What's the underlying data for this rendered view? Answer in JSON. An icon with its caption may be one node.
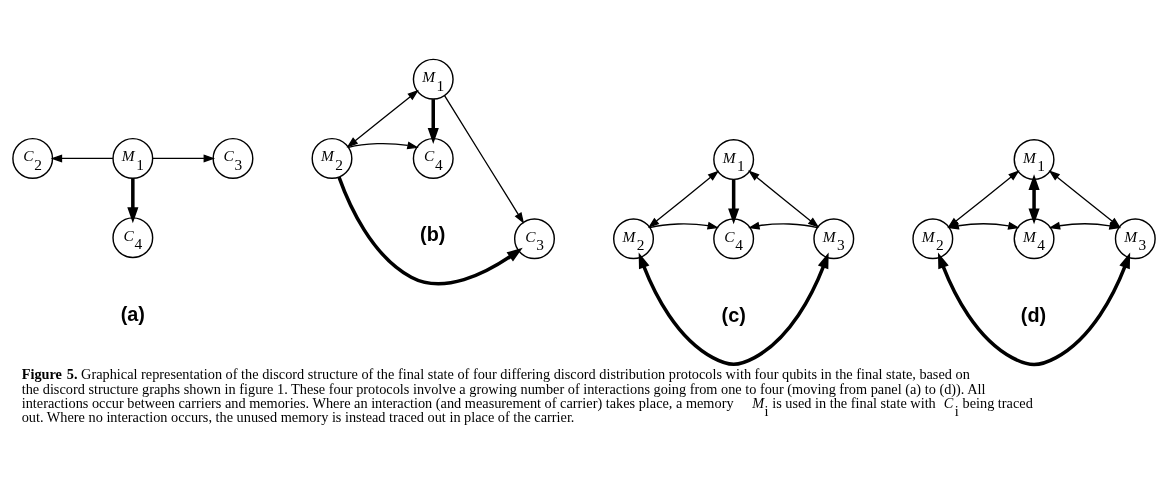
{
  "diagram": {
    "caption": "**Figure 5.** Graphical representation of the discord structure of the final state of four differing discord distribution protocols with four qubits in the final state, based on the discord structure graphs shown in figure 1. These four protocols involve a growing number of interactions going from one to four (moving from panel (a) to (d)). All interactions occur between carriers and memories. Where an interaction (and measurement of carrier) takes place, a memory *M*$_{i}$ is used in the final state with *C*$_{i}$ being traced out. Where no interaction occurs, the unused memory is instead traced out in place of the carrier.",
    "nodes": [
      {
        "text": [
          "*M*$_{1}$"
        ]
      },
      {
        "text": [
          "*C*$_{2}$"
        ]
      },
      {
        "text": [
          "*C*$_{3}$"
        ]
      },
      {
        "text": [
          "*C*$_{4}$"
        ]
      },
      {
        "text": [
          "*M*$_{1}$"
        ]
      },
      {
        "text": [
          "*M*$_{2}$"
        ]
      },
      {
        "text": [
          "*C*$_{3}$"
        ]
      },
      {
        "text": [
          "*C*$_{4}$"
        ]
      },
      {
        "text": [
          "*M*$_{1}$"
        ]
      },
      {
        "text": [
          "*M*$_{2}$"
        ]
      },
      {
        "text": [
          "*M*$_{3}$"
        ]
      },
      {
        "text": [
          "*C*$_{4}$"
        ]
      },
      {
        "text": [
          "*M*$_{1}$"
        ]
      },
      {
        "text": [
          "*M*$_{2}$"
        ]
      },
      {
        "text": [
          "*M*$_{3}$"
        ]
      },
      {
        "text": [
          "*M*$_{4}$"
        ]
      }
    ],
    "edges": [
      {
        "from": 0,
        "to": 1,
        "arrow": "to"
      },
      {
        "from": 0,
        "to": 3,
        "arrow": "to",
        "style": "thick"
      },
      {
        "from": 0,
        "to": 2,
        "arrow": "to"
      },
      {
        "from": 4,
        "to": 5,
        "arrow": "both"
      },
      {
        "from": 4,
        "to": 6,
        "arrow": "to"
      },
      {
        "from": 4,
        "to": 7,
        "arrow": "to",
        "style": "thick"
      },
      {
        "from": 5,
        "to": 6,
        "arrow": "to",
        "style": "thick"
      },
      {
        "from": 5,
        "to": 7,
        "arrow": "to"
      },
      {
        "from": 8,
        "to": 9,
        "arrow": "both"
      },
      {
        "from": 8,
        "to": 10,
        "arrow": "both"
      },
      {
        "from": 8,
        "to": 11,
        "arrow": "to",
        "style": "thick"
      },
      {
        "from": 9,
        "to": 10,
        "arrow": "both",
        "style": "thick"
      },
      {
        "from": 9,
        "to": 11,
        "arrow": "to"
      },
      {
        "from": 10,
        "to": 11,
        "arrow": "to"
      },
      {
        "from": 12,
        "to": 13,
        "arrow": "both"
      },
      {
        "from": 12,
        "to": 14,
        "arrow": "both"
      },
      {
        "from": 12,
        "to": 15,
        "arrow": "both",
        "style": "thick"
      },
      {
        "from": 13,
        "to": 14,
        "arrow": "both",
        "style": "thick"
      },
      {
        "from": 13,
        "to": 15,
        "arrow": "both"
      },
      {
        "from": 14,
        "to": 15,
        "arrow": "both"
      }
    ],
    "labels": [
      "(a)",
      "(b)",
      "(c)",
      "(d)"
    ]
  }
}
